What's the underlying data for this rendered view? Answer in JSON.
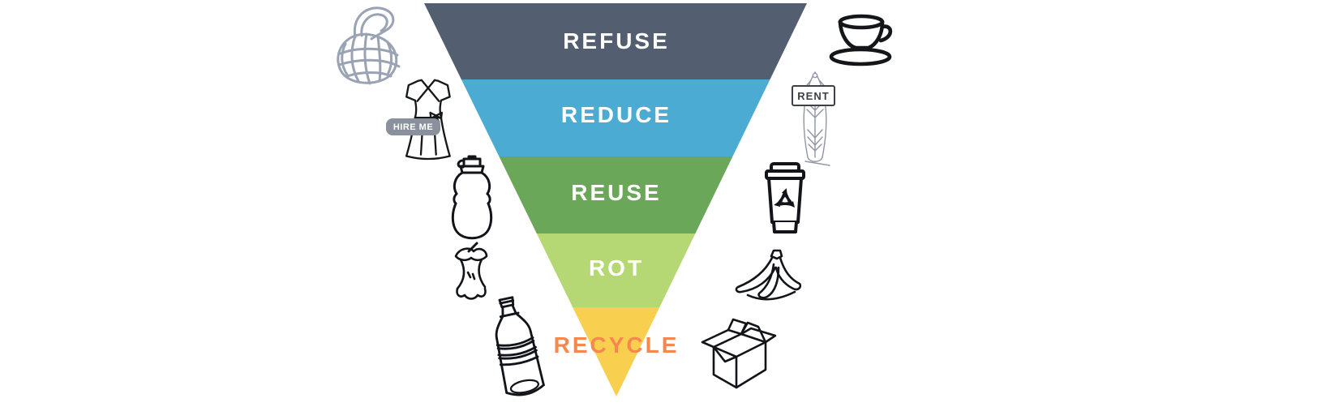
{
  "page": {
    "background": "#ffffff",
    "description": "Zero-waste 5 Rs inverted pyramid diagram surrounded by hand-drawn object doodles"
  },
  "funnel": {
    "levels": [
      {
        "id": "refuse",
        "label": "REFUSE",
        "color": "#535e70",
        "label_color": "#ffffff"
      },
      {
        "id": "reduce",
        "label": "REDUCE",
        "color": "#4babd3",
        "label_color": "#ffffff"
      },
      {
        "id": "reuse",
        "label": "REUSE",
        "color": "#6aa758",
        "label_color": "#ffffff"
      },
      {
        "id": "rot",
        "label": "ROT",
        "color": "#b6d874",
        "label_color": "#ffffff"
      },
      {
        "id": "recycle",
        "label": "RECYCLE",
        "color": "#f9cf4f",
        "label_color": "#f5874f"
      }
    ]
  },
  "badges": {
    "hire_me": "HIRE ME",
    "rent": "RENT"
  },
  "icons": [
    {
      "name": "mesh-bag-icon",
      "meaning": "reusable net shopping bag",
      "color": "#99a3b3"
    },
    {
      "name": "teacup-icon",
      "meaning": "ceramic teacup on saucer",
      "color": "#14161a"
    },
    {
      "name": "wrap-dress-icon",
      "meaning": "dress with hire-me tag",
      "color": "#15171b"
    },
    {
      "name": "surfboard-icon",
      "meaning": "surfboard with rent sign",
      "color": "#8f96a2"
    },
    {
      "name": "sport-bottle-icon",
      "meaning": "reusable sports bottle",
      "color": "#121419"
    },
    {
      "name": "coffee-cup-icon",
      "meaning": "reusable cup with recycle arrows",
      "color": "#121419"
    },
    {
      "name": "apple-core-icon",
      "meaning": "apple core for compost",
      "color": "#121419"
    },
    {
      "name": "banana-peel-icon",
      "meaning": "banana peel for compost",
      "color": "#121419"
    },
    {
      "name": "plastic-bottle-icon",
      "meaning": "plastic water bottle",
      "color": "#121419"
    },
    {
      "name": "cardboard-box-icon",
      "meaning": "open cardboard box",
      "color": "#121419"
    }
  ]
}
